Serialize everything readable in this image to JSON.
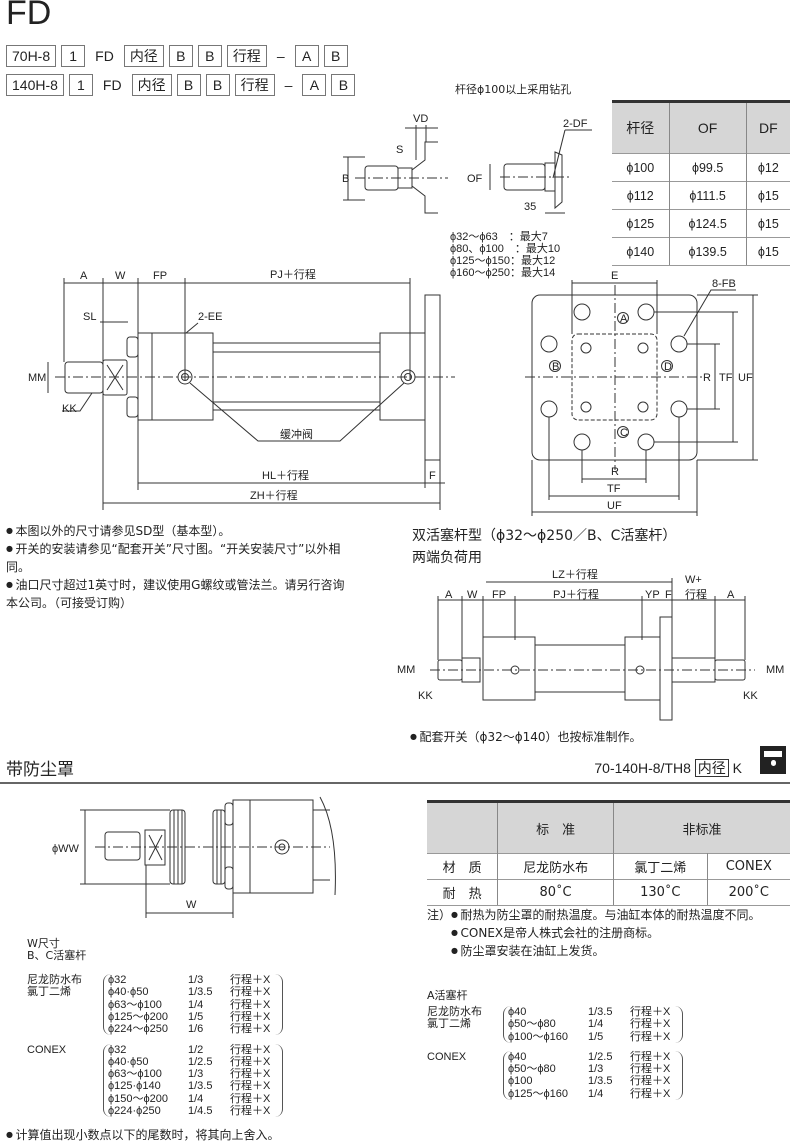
{
  "title": "FD",
  "model_rows": [
    [
      "70H-8",
      "1",
      "FD",
      "内径",
      "B",
      "B",
      "行程",
      "–",
      "A",
      "B"
    ],
    [
      "140H-8",
      "1",
      "FD",
      "内径",
      "B",
      "B",
      "行程",
      "–",
      "A",
      "B"
    ]
  ],
  "model_boxed": [
    true,
    true,
    false,
    true,
    true,
    true,
    true,
    false,
    true,
    true
  ],
  "drill_note": "杆径ϕ100以上采用钻孔",
  "rod_table": {
    "headers": [
      "杆径",
      "OF",
      "DF"
    ],
    "rows": [
      [
        "ϕ100",
        "ϕ99.5",
        "ϕ12"
      ],
      [
        "ϕ112",
        "ϕ111.5",
        "ϕ15"
      ],
      [
        "ϕ125",
        "ϕ124.5",
        "ϕ15"
      ],
      [
        "ϕ140",
        "ϕ139.5",
        "ϕ15"
      ]
    ]
  },
  "rod_end": {
    "vd": "VD",
    "s": "S",
    "b": "B",
    "of": "OF",
    "df": "2-DF",
    "len": "35"
  },
  "sl_notes": [
    "ϕ32～ϕ63　：最大7",
    "ϕ80、ϕ100　：最大10",
    "ϕ125～ϕ150：最大12",
    "ϕ160～ϕ250：最大14"
  ],
  "main": {
    "a": "A",
    "w": "W",
    "fp": "FP",
    "pj": "PJ＋行程",
    "sl": "SL",
    "ee": "2-EE",
    "mm": "MM",
    "kk": "KK",
    "cushion": "缓冲阀",
    "hl": "HL＋行程",
    "f": "F",
    "zh": "ZH＋行程"
  },
  "flange": {
    "e": "E",
    "fb": "8-FB",
    "ports": [
      "A",
      "B",
      "C",
      "D"
    ],
    "r": "R",
    "tf": "TF",
    "uf": "UF"
  },
  "notes": [
    "本图以外的尺寸请参见SD型（基本型）。",
    "开关的安装请参见“配套开关”尺寸图。“开关安装尺寸”以外相同。",
    "油口尺寸超过1英寸时，建议使用G螺纹或管法兰。请另行咨询本公司。（可接受订购）"
  ],
  "double_rod": {
    "title": "双活塞杆型（ϕ32～ϕ250／B、C活塞杆）",
    "subtitle": "两端负荷用",
    "lz": "LZ＋行程",
    "a": "A",
    "w": "W",
    "fp": "FP",
    "pj": "PJ＋行程",
    "yp": "YP",
    "f": "F",
    "wp": "W+",
    "wp2": "行程",
    "mm": "MM",
    "kk": "KK",
    "note": "配套开关（ϕ32～ϕ140）也按标准制作。"
  },
  "boot": {
    "title": "带防尘罩",
    "code": "70-140H-8/TH8",
    "code_box": "内径",
    "code_suffix": "K",
    "ww": "ϕWW",
    "w": "W",
    "table": {
      "headers": [
        "",
        "标　准",
        "非标准"
      ],
      "rows": [
        [
          "材　质",
          "尼龙防水布",
          "氯丁二烯",
          "CONEX"
        ],
        [
          "耐　热",
          "80˚C",
          "130˚C",
          "200˚C"
        ]
      ]
    },
    "footnote_prefix": "注）",
    "footnotes": [
      "耐热为防尘罩的耐热温度。与油缸本体的耐热温度不同。",
      "CONEX是帝人株式会社的注册商标。",
      "防尘罩安装在油缸上发货。"
    ]
  },
  "w_dims": {
    "title": "W尺寸",
    "subtitle": "B、C活塞杆",
    "groups": [
      {
        "label1": "尼龙防水布",
        "label2": "氯丁二烯",
        "rows": [
          [
            "ϕ32",
            "1/3",
            "行程＋X"
          ],
          [
            "ϕ40·ϕ50",
            "1/3.5",
            "行程＋X"
          ],
          [
            "ϕ63～ϕ100",
            "1/4",
            "行程＋X"
          ],
          [
            "ϕ125～ϕ200",
            "1/5",
            "行程＋X"
          ],
          [
            "ϕ224～ϕ250",
            "1/6",
            "行程＋X"
          ]
        ]
      },
      {
        "label1": "CONEX",
        "label2": "",
        "rows": [
          [
            "ϕ32",
            "1/2",
            "行程＋X"
          ],
          [
            "ϕ40·ϕ50",
            "1/2.5",
            "行程＋X"
          ],
          [
            "ϕ63～ϕ100",
            "1/3",
            "行程＋X"
          ],
          [
            "ϕ125·ϕ140",
            "1/3.5",
            "行程＋X"
          ],
          [
            "ϕ150～ϕ200",
            "1/4",
            "行程＋X"
          ],
          [
            "ϕ224·ϕ250",
            "1/4.5",
            "行程＋X"
          ]
        ]
      }
    ]
  },
  "a_rod": {
    "title": "A活塞杆",
    "groups": [
      {
        "label1": "尼龙防水布",
        "label2": "氯丁二烯",
        "rows": [
          [
            "ϕ40",
            "1/3.5",
            "行程＋X"
          ],
          [
            "ϕ50～ϕ80",
            "1/4",
            "行程＋X"
          ],
          [
            "ϕ100～ϕ160",
            "1/5",
            "行程＋X"
          ]
        ]
      },
      {
        "label1": "CONEX",
        "label2": "",
        "rows": [
          [
            "ϕ40",
            "1/2.5",
            "行程＋X"
          ],
          [
            "ϕ50～ϕ80",
            "1/3",
            "行程＋X"
          ],
          [
            "ϕ100",
            "1/3.5",
            "行程＋X"
          ],
          [
            "ϕ125～ϕ160",
            "1/4",
            "行程＋X"
          ]
        ]
      }
    ]
  },
  "final_note": "计算值出现小数点以下的尾数时，将其向上舍入。"
}
